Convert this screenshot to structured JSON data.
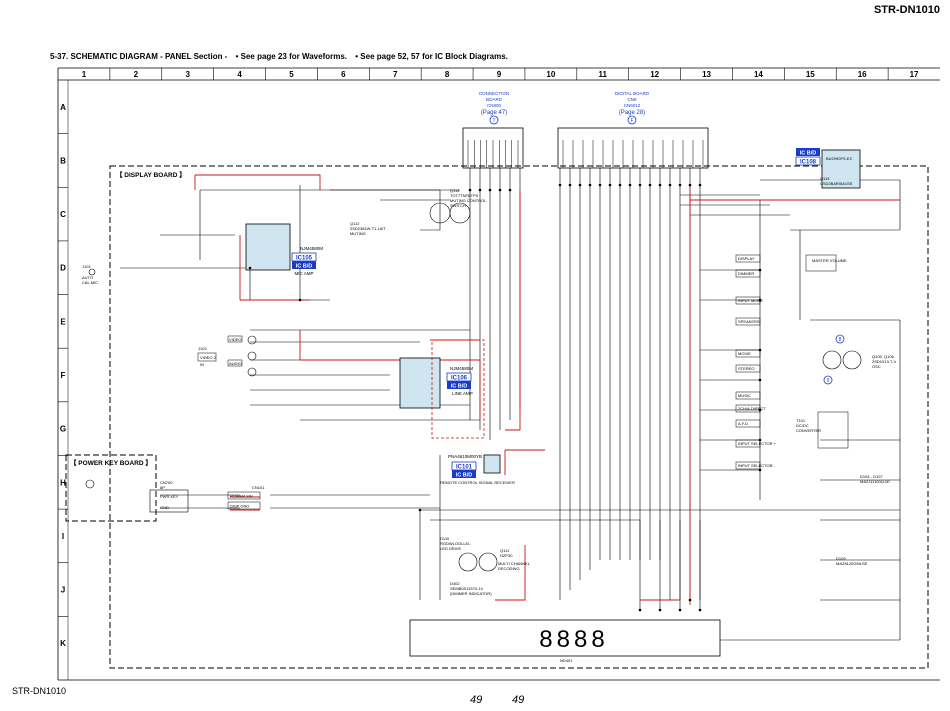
{
  "header": {
    "model": "STR-DN1010",
    "title": "5-37.  SCHEMATIC  DIAGRAM - PANEL Section -",
    "notes": [
      "• See page 23 for Waveforms.",
      "• See page 52, 57 for IC Block Diagrams."
    ]
  },
  "grid": {
    "columns": [
      "1",
      "2",
      "3",
      "4",
      "5",
      "6",
      "7",
      "8",
      "9",
      "10",
      "11",
      "12",
      "13",
      "14",
      "15",
      "16",
      "17"
    ],
    "rows": [
      "A",
      "B",
      "C",
      "D",
      "E",
      "F",
      "G",
      "H",
      "I",
      "J",
      "K"
    ]
  },
  "boards": {
    "display": "【 DISPLAY BOARD 】",
    "power_key": "【 POWER KEY BOARD 】",
    "connection": [
      "CONNECTION",
      "BOARD",
      "CN800",
      "(Page 47)"
    ],
    "connection_marker": "T",
    "digital": [
      "DIGITAL BOARD",
      "CN6",
      "CN6012",
      "(Page 28)"
    ],
    "digital_marker": "F"
  },
  "ics": [
    {
      "ref": "IC105",
      "tag": "IC B/D",
      "part": "NJM4580M",
      "role": "MIC AMP"
    },
    {
      "ref": "IC106",
      "tag": "IC B/D",
      "part": "NJM4580M",
      "role": "LINE AMP"
    },
    {
      "ref": "IC101",
      "tag": "IC B/D",
      "part": "PNA4610M00YB",
      "role": "REMOTE CONTROL SIGNAL RECEIVER"
    },
    {
      "ref": "IC108",
      "tag": "IC B/D",
      "part": "BU2090FS-E2"
    }
  ],
  "connectors": {
    "j101": [
      "J101",
      "AUTO",
      "CAL MIC"
    ],
    "video2": [
      "J102",
      "VIDEO 2",
      "IN"
    ],
    "video": "VIDEO",
    "audio": "AUDIO",
    "cn_pow": [
      "CN700",
      "6P"
    ],
    "cn_pow_pins": [
      "PWR KEY",
      "GND"
    ],
    "power_sw_labels": [
      "POWER SW",
      "DISP GND"
    ],
    "cn_pow2": "CN101"
  },
  "switches": [
    "DISPLAY",
    "DIMMER",
    "INPUT MODE",
    "SPEAKERS",
    "MOVIE",
    "STEREO",
    "MUSIC",
    "2CH/A.DIRECT",
    "A.F.D.",
    "INPUT SELECTOR +",
    "INPUT SELECTOR -"
  ],
  "labels": {
    "master_volume": "MASTER VOLUME",
    "muting_sw": [
      "Q114",
      "TOT7TNFBTP5",
      "MUTING CONTROL",
      "SWITCH"
    ],
    "muting_q": [
      "Q112",
      "2SD2381W-T1-L8/T",
      "MUTING"
    ],
    "led": [
      "D110",
      "RGDWLOGLLEL",
      "LED DRIVE"
    ],
    "multi": [
      "Q111",
      "HZP30"
    ],
    "decode": [
      "MULTI CHANNEL",
      "DECODING"
    ],
    "dimmer_led": [
      "D402",
      "SEMB0S11570-10",
      "(DIMMER INDICATOR)"
    ],
    "vfd": "ND401",
    "dcdc": [
      "T101",
      "DC/DC",
      "CONVERTER"
    ],
    "osc": [
      "Q105, Q106",
      "2SD1913-T-V",
      "OSC"
    ],
    "diodes": [
      "D104 - D107",
      "MA2J111001L00"
    ],
    "regulator": [
      "D109",
      "MAZ8120GMLSE"
    ],
    "switch_q": [
      "Q115",
      "CSD2BAR/5A1SS"
    ],
    "vfd_digits": "8888",
    "circle_8": "8",
    "circle_9": "9"
  },
  "footer": {
    "model": "STR-DN1010",
    "pages": [
      "49",
      "49"
    ]
  }
}
